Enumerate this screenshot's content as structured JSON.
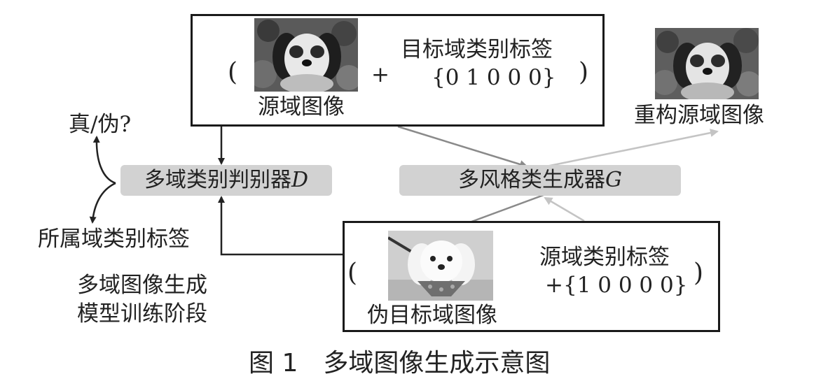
{
  "top_box": {
    "left_paren": "(",
    "plus": "+",
    "label_line1": "目标域类别标签",
    "label_line2": "{0 1 0 0 0}",
    "right_paren": ")",
    "image_caption": "源域图像"
  },
  "reconstructed": {
    "caption": "重构源域图像"
  },
  "discriminator": {
    "label": "多域类别判别器",
    "symbol": "D"
  },
  "generator": {
    "label": "多风格类生成器",
    "symbol": "G"
  },
  "outputs": {
    "real_fake": "真/伪?",
    "domain_label": "所属域类别标签"
  },
  "stage_note": {
    "line1": "多域图像生成",
    "line2": "模型训练阶段"
  },
  "bottom_box": {
    "left_paren": "(",
    "label_line1": "源域类别标签",
    "label_line2": "+{1 0 0 0 0}",
    "right_paren": ")",
    "image_caption": "伪目标域图像"
  },
  "figure_caption": "图 1　多域图像生成示意图",
  "colors": {
    "pill_fill": "#d2d2d2",
    "arrow_dark": "#222222",
    "arrow_gray": "#8a8a8a",
    "arrow_light": "#c4c4c4"
  }
}
